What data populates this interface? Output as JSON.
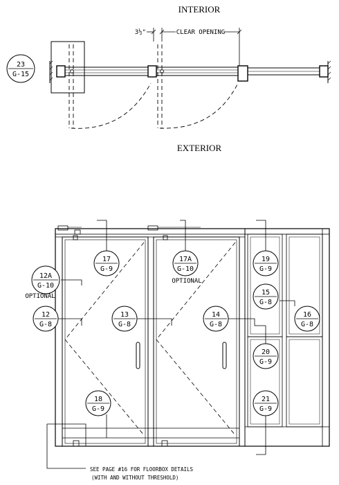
{
  "plan": {
    "title_top": "INTERIOR",
    "title_bottom": "EXTERIOR",
    "dim_fraction": "3½\"",
    "dim_clear": "CLEAR OPENING"
  },
  "callouts": [
    {
      "id": "23",
      "ref": "G-15"
    },
    {
      "id": "17",
      "ref": "G-9"
    },
    {
      "id": "17A",
      "ref": "G-10"
    },
    {
      "id": "12A",
      "ref": "G-10"
    },
    {
      "id": "12",
      "ref": "G-8"
    },
    {
      "id": "13",
      "ref": "G-8"
    },
    {
      "id": "14",
      "ref": "G-8"
    },
    {
      "id": "19",
      "ref": "G-9"
    },
    {
      "id": "15",
      "ref": "G-8"
    },
    {
      "id": "16",
      "ref": "G-8"
    },
    {
      "id": "20",
      "ref": "G-9"
    },
    {
      "id": "18",
      "ref": "G-9"
    },
    {
      "id": "21",
      "ref": "G-9"
    }
  ],
  "notes": {
    "optional_17a": "OPTIONAL",
    "optional_12a": "OPTIONAL",
    "floorbox_line1": "SEE PAGE #16 FOR FLOORBOX DETAILS",
    "floorbox_line2": "(WITH AND WITHOUT THRESHOLD)"
  }
}
